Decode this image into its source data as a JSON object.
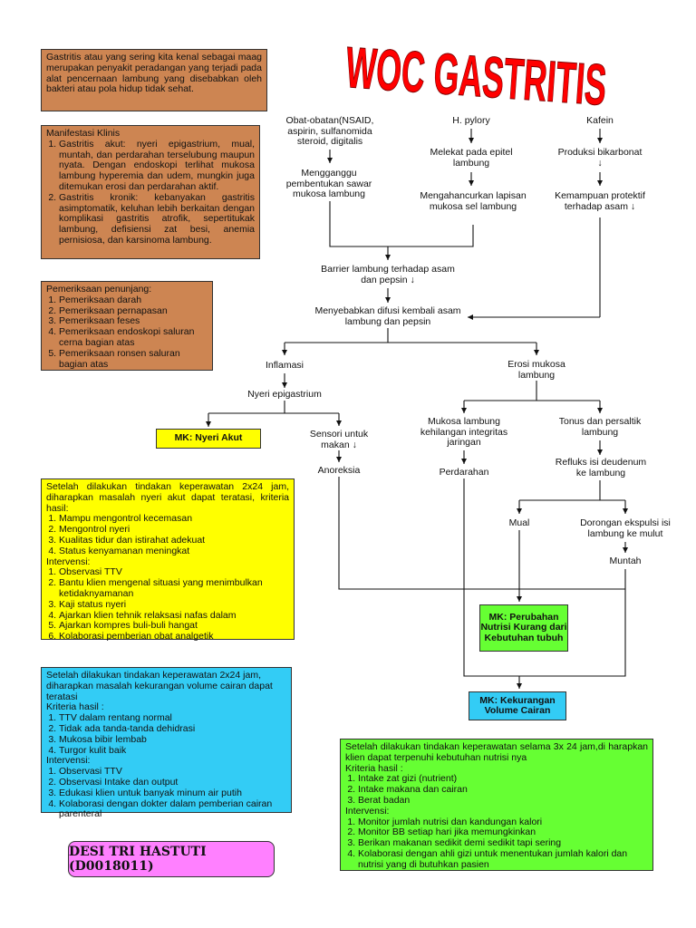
{
  "title": "WOC GASTRITIS",
  "author": "DESI TRI HASTUTI  (D0018011)",
  "colors": {
    "title": "#ff0000",
    "brown_box": "#cd8552",
    "yellow_box": "#ffff00",
    "cyan_box": "#33ccf5",
    "green_box": "#66ff33",
    "name_box": "#ff80ff"
  },
  "definition": "Gastritis atau yang sering kita kenal sebagai maag merupakan penyakit peradangan yang terjadi pada alat pencernaan lambung yang disebabkan oleh bakteri atau pola hidup tidak sehat.",
  "manifestasi": {
    "heading": "Manifestasi Klinis",
    "items": [
      "Gastritis akut: nyeri epigastrium, mual, muntah, dan perdarahan terselubung maupun nyata. Dengan endoskopi terlihat mukosa lambung hyperemia dan udem, mungkin juga ditemukan erosi dan perdarahan aktif.",
      "Gastritis kronik: kebanyakan gastritis asimptomatik, keluhan lebih berkaitan dengan komplikasi gastritis atrofik, sepertitukak lambung, defisiensi zat besi, anemia pernisiosa, dan karsinoma lambung."
    ]
  },
  "pemeriksaan": {
    "heading": "Pemeriksaan penunjang:",
    "items": [
      "Pemeriksaan darah",
      "Pemeriksaan pernapasan",
      "Pemeriksaan feses",
      "Pemeriksaan endoskopi saluran cerna bagian atas",
      "Pemeriksaan ronsen saluran bagian atas"
    ]
  },
  "nyeri_box": {
    "intro": "Setelah dilakukan tindakan keperawatan 2x24 jam, diharapkan masalah nyeri akut dapat teratasi, kriteria hasil:",
    "kriteria": [
      "Mampu mengontrol kecemasan",
      "Mengontrol nyeri",
      "Kualitas tidur dan istirahat adekuat",
      "Status kenyamanan meningkat"
    ],
    "intervensi_label": "Intervensi:",
    "intervensi": [
      "Observasi TTV",
      "Bantu klien mengenal situasi yang menimbulkan ketidaknyamanan",
      "Kaji status nyeri",
      "Ajarkan klien  tehnik relaksasi nafas dalam",
      "Ajarkan kompres buli-buli hangat",
      "Kolaborasi pemberian obat analgetik"
    ]
  },
  "cairan_box": {
    "intro": "Setelah dilakukan tindakan keperawatan 2x24 jam, diharapkan masalah kekurangan volume cairan dapat teratasi",
    "kriteria_label": "Kriteria hasil :",
    "kriteria": [
      "TTV dalam rentang normal",
      "Tidak ada tanda-tanda dehidrasi",
      "Mukosa bibir lembab",
      "Turgor kulit baik"
    ],
    "intervensi_label": "Intervensi:",
    "intervensi": [
      "Observasi TTV",
      "Observasi Intake dan output",
      "Edukasi klien untuk banyak minum air putih",
      "Kolaborasi dengan dokter dalam pemberian cairan parenteral"
    ]
  },
  "nutrisi_box": {
    "intro": "Setelah dilakukan tindakan keperawatan selama 3x 24 jam,di harapkan klien dapat terpenuhi kebutuhan nutrisi nya",
    "kriteria_label": "Kriteria hasil :",
    "kriteria": [
      "Intake zat gizi (nutrient)",
      "Intake makana dan cairan",
      "Berat badan"
    ],
    "intervensi_label": "Intervensi:",
    "intervensi": [
      "Monitor jumlah nutrisi dan kandungan kalori",
      "Monitor BB setiap hari jika memungkinkan",
      "Berikan makanan sedikit demi sedikit tapi sering",
      "Kolaborasi dengan ahli gizi untuk menentukan jumlah kalori dan nutrisi yang di butuhkan pasien"
    ]
  },
  "flow": {
    "obat": "Obat-obatan(NSAID, aspirin, sulfanomida steroid, digitalis",
    "hpylory": "H. pylory",
    "kafein": "Kafein",
    "mengganggu": "Mengganggu pembentukan sawar mukosa lambung",
    "melekat": "Melekat pada epitel lambung",
    "produksi": "Produksi bikarbonat ↓",
    "menghancurkan": "Mengahancurkan lapisan mukosa sel lambung",
    "kemampuan": "Kemampuan protektif terhadap asam ↓",
    "barrier": "Barrier lambung terhadap asam dan pepsin ↓",
    "difusi": "Menyebabkan difusi kembali asam lambung dan pepsin",
    "inflamasi": "Inflamasi",
    "erosi": "Erosi mukosa lambung",
    "nyeri": "Nyeri epigastrium",
    "mukosa": "Mukosa lambung kehilangan integritas jaringan",
    "tonus": "Tonus dan persaltik lambung",
    "sensori": "Sensori untuk makan ↓",
    "refluks": "Refluks isi deudenum ke lambung",
    "anoreksia": "Anoreksia",
    "perdarahan": "Perdarahan",
    "mual": "Mual",
    "dorongan": "Dorongan ekspulsi isi lambung ke mulut",
    "muntah": "Muntah",
    "mk_nyeri": "MK: Nyeri Akut",
    "mk_nutrisi": "MK: Perubahan Nutrisi Kurang dari Kebutuhan tubuh",
    "mk_cairan": "MK: Kekurangan Volume Cairan"
  }
}
